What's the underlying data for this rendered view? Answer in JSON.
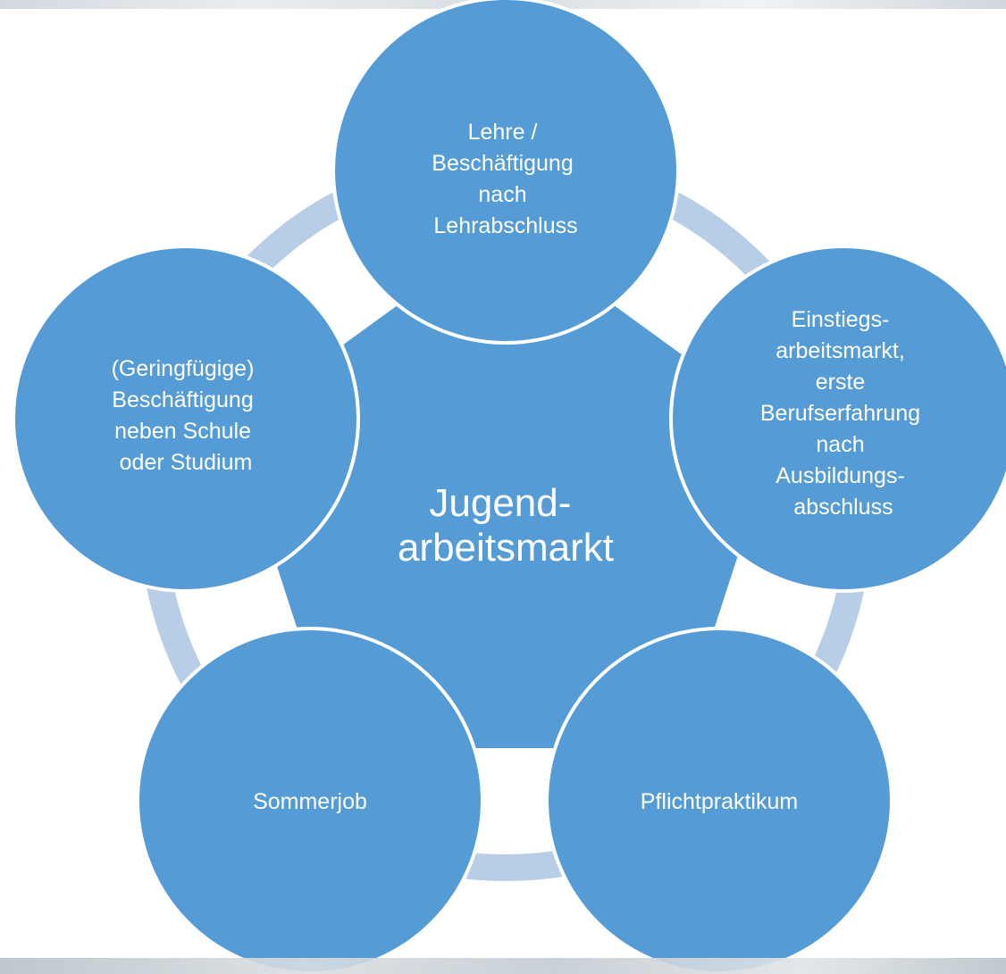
{
  "diagram": {
    "center": {
      "lines": [
        "Jugend-",
        "arbeitsmarkt"
      ]
    },
    "nodes": [
      {
        "id": "lehre",
        "lines": [
          "Lehre /",
          "Beschäftigung",
          "nach",
          "Lehrabschluss"
        ]
      },
      {
        "id": "einstieg",
        "lines": [
          "Einstiegs-",
          "arbeitsmarkt,",
          "erste",
          "Berufserfahrung",
          "nach",
          "Ausbildungs-",
          "abschluss"
        ]
      },
      {
        "id": "pflichtpraktikum",
        "lines": [
          "Pflichtpraktikum"
        ]
      },
      {
        "id": "sommerjob",
        "lines": [
          "Sommerjob"
        ]
      },
      {
        "id": "geringfuegig",
        "lines": [
          "(Geringfügige)",
          "Beschäftigung",
          "neben Schule",
          "oder Studium"
        ]
      }
    ]
  },
  "colors": {
    "node_fill": "#559bd6",
    "node_stroke": "#ffffff",
    "ring": "#b8cde6",
    "text": "#ffffff"
  }
}
